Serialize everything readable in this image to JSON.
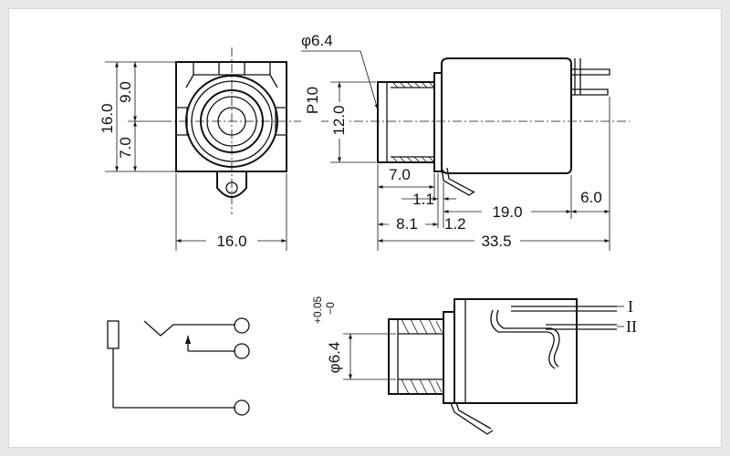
{
  "dimensions": {
    "front_height_total": "16.0",
    "front_height_upper": "9.0",
    "front_height_lower": "7.0",
    "front_width": "16.0",
    "panel_diameter": "φ6.4",
    "pitch": "P10",
    "side_height": "12.0",
    "bushing_length": "7.0",
    "offset_small": "1.1",
    "body_length": "19.0",
    "rear_length": "6.0",
    "front_to_terminal": "8.1",
    "terminal_width": "1.2",
    "overall_length": "33.5",
    "bottom_diameter": "φ6.4",
    "tol_upper": "+0.05",
    "tol_lower": "−0"
  },
  "terminals": {
    "terminal_1": "I",
    "terminal_2": "II"
  },
  "colors": {
    "line": "#111111",
    "background": "#ffffff",
    "frame": "#e9e9e9"
  }
}
